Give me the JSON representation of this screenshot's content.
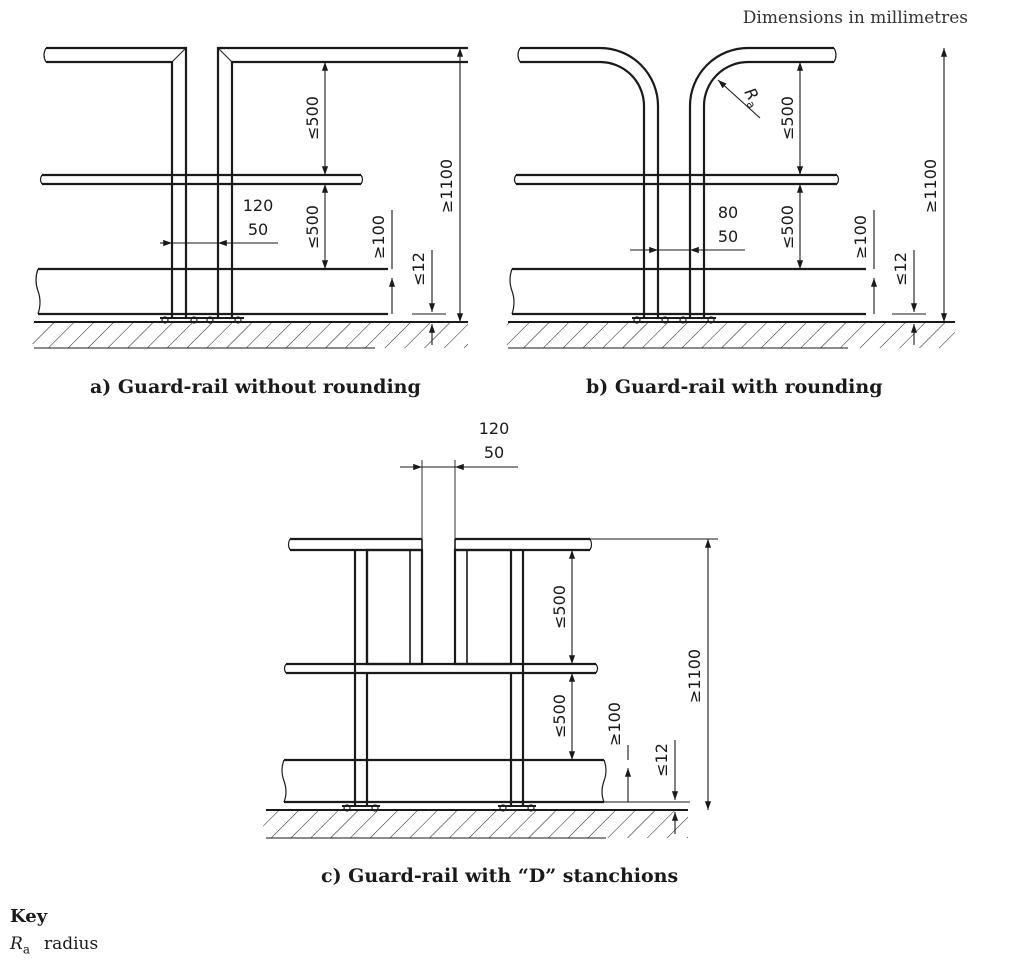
{
  "units_note": "Dimensions in millimetres",
  "figures": {
    "a": {
      "caption": "a)  Guard-rail without rounding",
      "gap_top": "120",
      "gap_bottom": "50",
      "dim_rail_spacing": "≤500",
      "dim_total_height": "≥1100",
      "dim_toeboard": "≥100",
      "dim_toe_gap": "≤12"
    },
    "b": {
      "caption": "b)  Guard-rail with rounding",
      "radius_symbol": "R",
      "radius_subscript": "a",
      "gap_top": "80",
      "gap_bottom": "50",
      "dim_rail_spacing": "≤500",
      "dim_total_height": "≥1100",
      "dim_toeboard": "≥100",
      "dim_toe_gap": "≤12"
    },
    "c": {
      "caption": "c)  Guard-rail with “D” stanchions",
      "gap_top": "120",
      "gap_bottom": "50",
      "dim_rail_spacing": "≤500",
      "dim_total_height": "≥1100",
      "dim_toeboard": "≥100",
      "dim_toe_gap": "≤12"
    }
  },
  "key": {
    "title": "Key",
    "symbol": "R",
    "subscript": "a",
    "description": "radius"
  }
}
